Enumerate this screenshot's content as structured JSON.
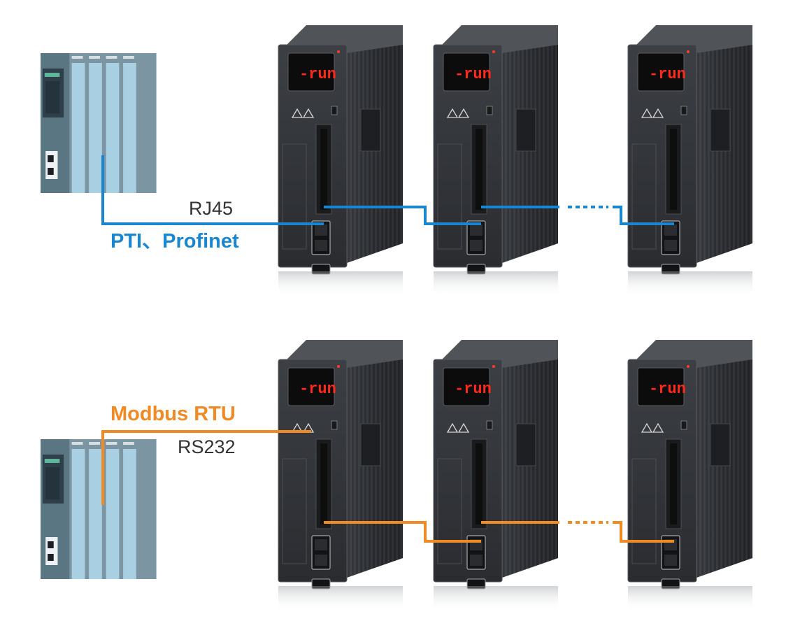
{
  "labels": {
    "rj45": "RJ45",
    "pti_profinet": "PTI、Profinet",
    "modbus_rtu": "Modbus RTU",
    "rs232": "RS232"
  },
  "drive": {
    "display_text": "-run"
  },
  "colors": {
    "profinet_line": "#1a86d0",
    "modbus_line": "#f08a24",
    "display_text": "#ff2a1a",
    "plc_body": "#5b7683",
    "plc_module": "#a9cfe2",
    "drive_body": "#2c2f33"
  },
  "rows": [
    {
      "name": "profinet-row",
      "plc": "plc-top",
      "drives": 3,
      "link": "blue"
    },
    {
      "name": "modbus-row",
      "plc": "plc-bottom",
      "drives": 3,
      "link": "orange"
    }
  ]
}
